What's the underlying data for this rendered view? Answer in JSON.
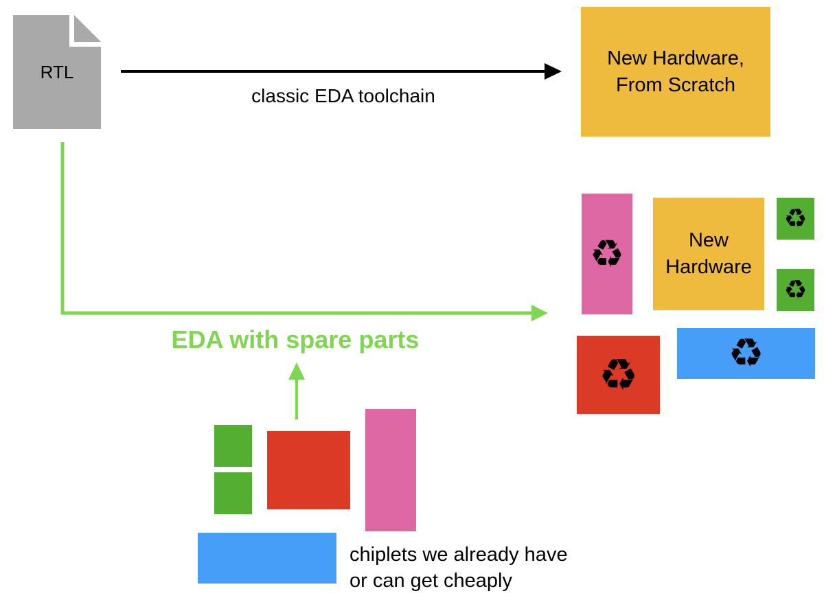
{
  "colors": {
    "gray": "#a9a9a9",
    "yellow": "#efbb3e",
    "pink": "#de68a3",
    "green": "#54ae32",
    "red": "#da3a26",
    "blue": "#469ef8",
    "arrow_green": "#80d552",
    "arrow_black": "#000000"
  },
  "source": {
    "label": "RTL",
    "icon": "document-icon"
  },
  "classic_path": {
    "label": "classic EDA toolchain",
    "target_label": "New Hardware,\nFrom Scratch"
  },
  "spare_parts_path": {
    "label": "EDA with spare parts",
    "target_label": "New\nHardware",
    "recycle_glyph": "♻"
  },
  "chiplets": {
    "caption": "chiplets we already have\nor can get cheaply",
    "items": [
      {
        "name": "green-chiplet-top",
        "color": "green"
      },
      {
        "name": "green-chiplet-bottom",
        "color": "green"
      },
      {
        "name": "red-chiplet",
        "color": "red"
      },
      {
        "name": "pink-chiplet",
        "color": "pink"
      },
      {
        "name": "blue-chiplet",
        "color": "blue"
      }
    ]
  }
}
